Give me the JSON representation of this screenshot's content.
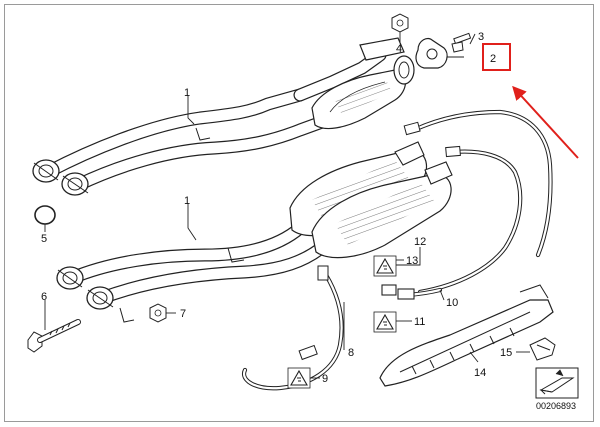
{
  "diagram": {
    "callouts": [
      "1",
      "1",
      "2",
      "3",
      "4",
      "5",
      "6",
      "7",
      "8",
      "9",
      "10",
      "11",
      "12",
      "13",
      "14",
      "15"
    ],
    "reference_number": "00206893"
  },
  "colors": {
    "line": "#222222",
    "highlight": "#e0201b",
    "frame": "#9a9a9a"
  },
  "icons": [
    "warning-triangle-icon",
    "arrow-icon"
  ]
}
